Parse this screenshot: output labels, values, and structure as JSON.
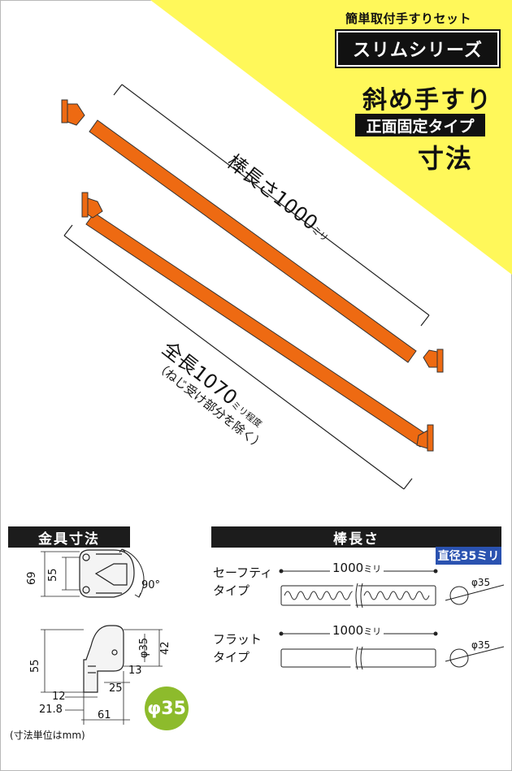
{
  "header": {
    "set_label": "簡単取付手すりセット",
    "series_badge": "スリムシリーズ",
    "title_main": "斜め手すり",
    "title_sub": "正面固定タイプ",
    "title_dim": "寸法"
  },
  "rail_diagram": {
    "bar_length_label": "棒長さ1000",
    "bar_length_unit": "ミリ",
    "total_length_label": "全長1070",
    "total_length_unit": "ミリ程度",
    "total_length_note": "（ねじ受け部分を除く）"
  },
  "bracket_section": {
    "heading": "金具寸法",
    "dims": {
      "h69": "69",
      "h55a": "55",
      "angle": "90°",
      "phi35": "φ35",
      "d42": "42",
      "h55b": "55",
      "d13": "13",
      "d25": "25",
      "d12": "12",
      "d21_8": "21.8",
      "d61": "61"
    },
    "diameter_badge": "φ35",
    "unit_note": "(寸法単位はmm)"
  },
  "bar_section": {
    "heading": "棒長さ",
    "diameter_chip": "直径35ミリ",
    "types": [
      {
        "label_line1": "セーフティ",
        "label_line2": "タイプ",
        "length": "1000",
        "unit": "ミリ",
        "diameter": "φ35"
      },
      {
        "label_line1": "フラット",
        "label_line2": "タイプ",
        "length": "1000",
        "unit": "ミリ",
        "diameter": "φ35"
      }
    ]
  },
  "colors": {
    "accent_yellow": "#fff85a",
    "rail_orange": "#ee6a12",
    "chip_blue": "#2a52b0",
    "phi_green": "#8dbb2c"
  }
}
